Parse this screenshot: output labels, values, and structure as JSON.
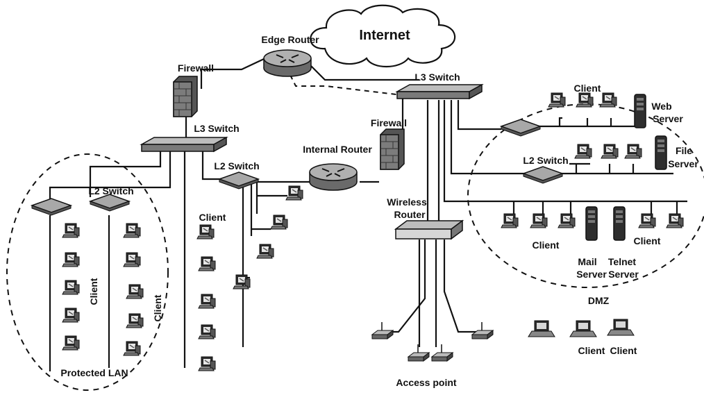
{
  "labels": {
    "internet": "Internet",
    "edge_router": "Edge Router",
    "firewall_top": "Firewall",
    "l3_switch_left": "L3 Switch",
    "l3_switch_right": "L3 Switch",
    "firewall_mid": "Firewall",
    "internal_router": "Internal Router",
    "l2_switch_mid": "L2 Switch",
    "l2_switch_left": "L2 Switch",
    "l2_switch_dmz": "L2 Switch",
    "client_mid": "Client",
    "client_lan_a": "Client",
    "client_lan_b": "Client",
    "protected_lan": "Protected LAN",
    "wireless_router_1": "Wireless",
    "wireless_router_2": "Router",
    "access_point": "Access point",
    "client_dmz_top": "Client",
    "web_server_1": "Web",
    "web_server_2": "Server",
    "file_server_1": "File",
    "file_server_2": "Server",
    "client_dmz_bottom_a": "Client",
    "client_dmz_bottom_b": "Client",
    "mail_server_1": "Mail",
    "mail_server_2": "Server",
    "telnet_server_1": "Telnet",
    "telnet_server_2": "Server",
    "dmz": "DMZ",
    "client_wireless_a": "Client",
    "client_wireless_b": "Client"
  },
  "colors": {
    "line": "#111111",
    "device_fill": "#9a9a9a",
    "device_dark": "#2b2b2b",
    "background": "#ffffff"
  }
}
